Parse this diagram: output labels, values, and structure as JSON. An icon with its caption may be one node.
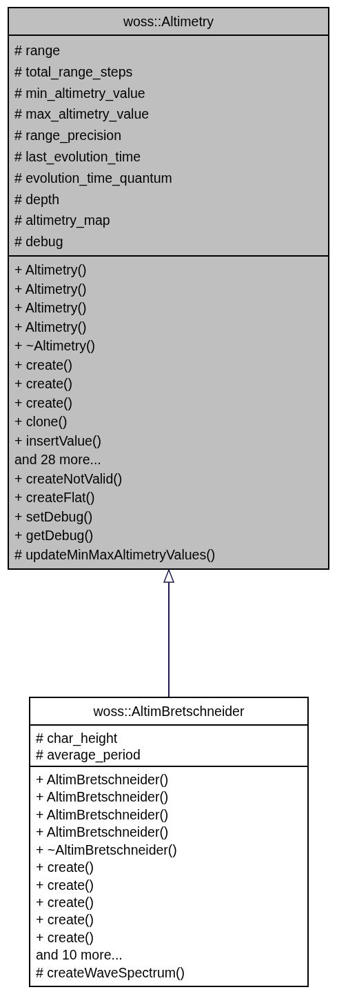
{
  "diagram": {
    "nodes": [
      {
        "text": [
          "woss::Altimetry"
        ]
      },
      {
        "text": [
          "# range",
          "# total_range_steps",
          "# min_altimetry_value",
          "# max_altimetry_value",
          "# range_precision",
          "# last_evolution_time",
          "# evolution_time_quantum",
          "# depth",
          "# altimetry_map",
          "# debug"
        ],
        "in": 0
      },
      {
        "text": [
          "+ Altimetry()",
          "+ Altimetry()",
          "+ Altimetry()",
          "+ Altimetry()",
          "+ ~Altimetry()",
          "+ create()",
          "+ create()",
          "+ create()",
          "+ clone()",
          "+ insertValue()",
          "and 28 more...",
          "+ createNotValid()",
          "+ createFlat()",
          "+ setDebug()",
          "+ getDebug()",
          "# updateMinMaxAltimetryValues()"
        ],
        "in": 0
      },
      {
        "text": [
          "woss::AltimBretschneider"
        ]
      },
      {
        "text": [
          "# char_height",
          "# average_period"
        ],
        "in": 3
      },
      {
        "text": [
          "+ AltimBretschneider()",
          "+ AltimBretschneider()",
          "+ AltimBretschneider()",
          "+ AltimBretschneider()",
          "+ ~AltimBretschneider()",
          "+ create()",
          "+ create()",
          "+ create()",
          "+ create()",
          "+ create()",
          "and 10 more...",
          "# createWaveSpectrum()"
        ],
        "in": 3
      }
    ],
    "edges": [
      {
        "from": 3,
        "to": 0,
        "arrow": "to",
        "color": "#191970"
      }
    ]
  }
}
